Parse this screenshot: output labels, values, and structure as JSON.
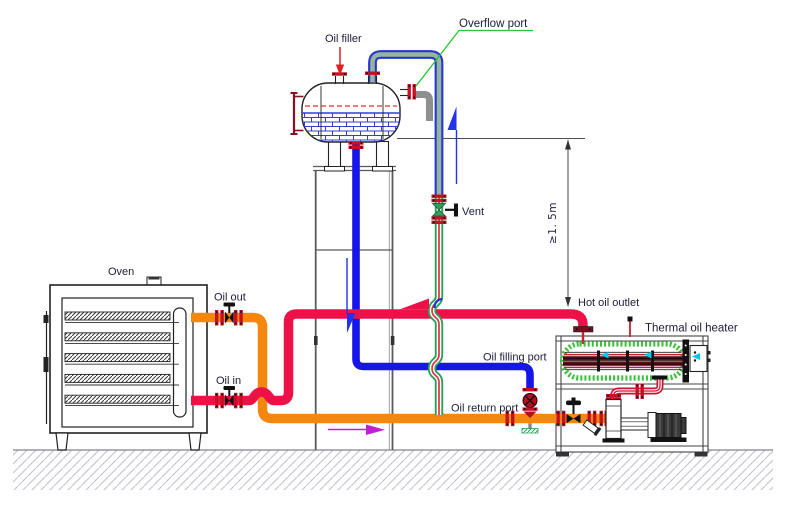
{
  "diagram": {
    "labels": {
      "oil_filler": "Oil filler",
      "overflow_port": "Overflow port",
      "vent": "Vent",
      "min_height": "≥1. 5m",
      "oven": "Oven",
      "oil_out": "Oil out",
      "oil_in": "Oil in",
      "hot_oil_outlet": "Hot oil outlet",
      "thermal_oil_heater": "Thermal oil heater",
      "oil_filling_port": "Oil filling port",
      "oil_return_port": "Oil return port"
    },
    "colors": {
      "hot_oil_pipe": "#ee1148",
      "return_oil_pipe": "#f5870f",
      "filling_pipe": "#1616e8",
      "vent_pipe_green": "#2ea05c",
      "vent_pipe_core": "#e03140",
      "overflow_pipe_blue": "#2438cc",
      "overflow_drain_gray": "#8f8f8f",
      "flange_red": "#c41224",
      "leader_green": "#27c22f",
      "flow_arrow_magenta": "#c11fd4",
      "insulation_green": "#3abf3a",
      "label_text": "#1c1c35"
    }
  }
}
